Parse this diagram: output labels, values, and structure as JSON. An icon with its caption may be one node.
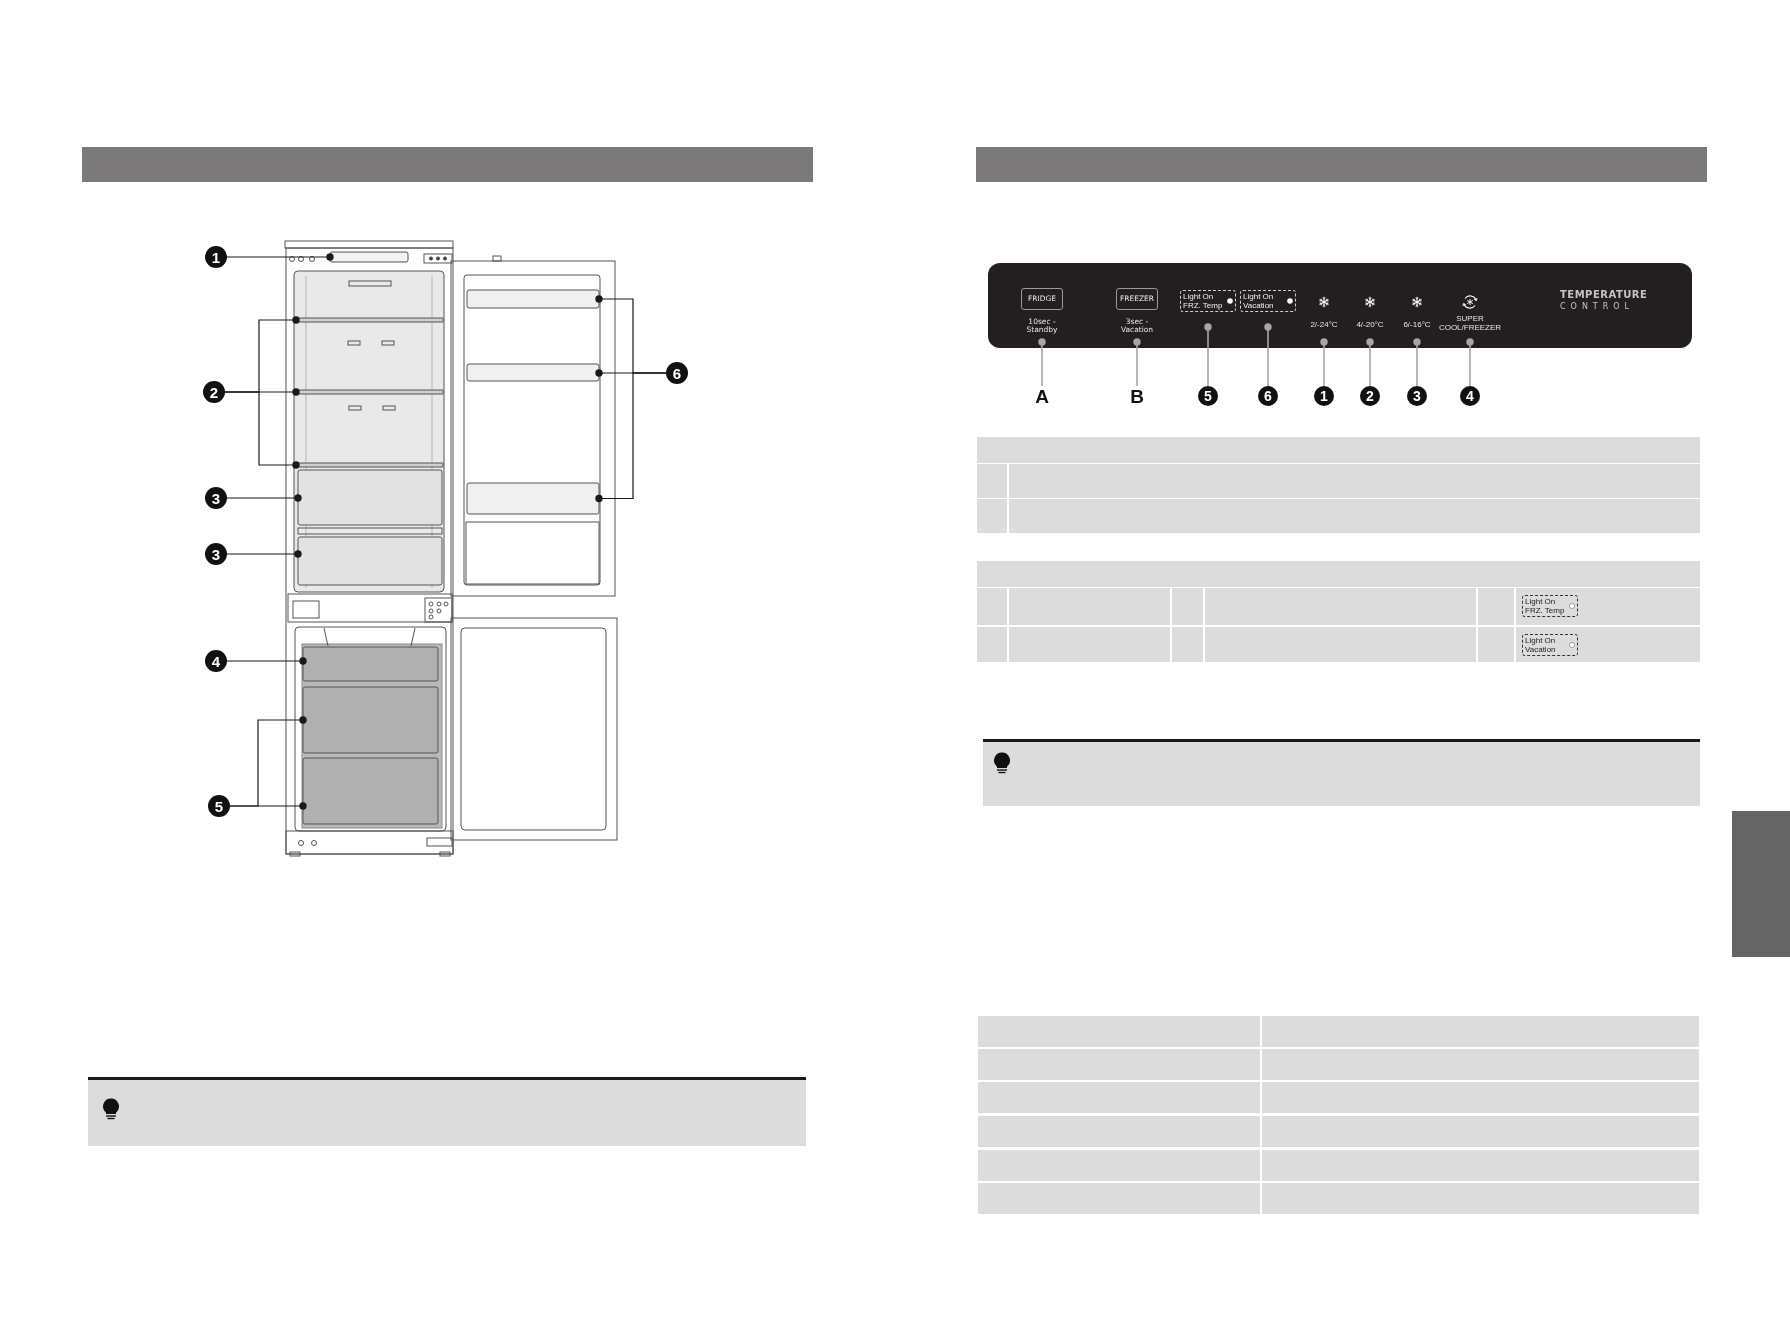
{
  "diagram": {
    "nodes": [
      {
        "text": [
          "1"
        ]
      },
      {
        "text": [],
        "shape": "box"
      },
      {
        "text": [
          "2"
        ]
      },
      {
        "text": [],
        "shape": "bar"
      },
      {
        "text": [],
        "shape": "bar"
      },
      {
        "text": [],
        "shape": "bar"
      },
      {
        "text": [
          "3"
        ]
      },
      {
        "text": [],
        "shape": "box"
      },
      {
        "text": [
          "3"
        ]
      },
      {
        "text": [],
        "shape": "box"
      },
      {
        "text": [
          "4"
        ]
      },
      {
        "text": [],
        "shape": "box"
      },
      {
        "text": [
          "5"
        ]
      },
      {
        "text": [],
        "shape": "box"
      },
      {
        "text": [],
        "shape": "box"
      },
      {
        "text": [
          "6"
        ]
      },
      {
        "text": [],
        "shape": "box"
      },
      {
        "text": [],
        "shape": "box"
      },
      {
        "text": [],
        "shape": "box"
      },
      {
        "text": [
          "TEMPERATURE CONTROL"
        ]
      },
      {
        "text": [
          "FRIDGE"
        ],
        "beside": [
          "10sec - Standby"
        ],
        "in": 19
      },
      {
        "text": [
          "FREEZER"
        ],
        "beside": [
          "3sec - Vacation"
        ],
        "in": 19
      },
      {
        "text": [
          "Light On FRZ. Temp"
        ],
        "in": 19
      },
      {
        "text": [
          "Light On Vacation"
        ],
        "in": 19
      },
      {
        "text": [
          "2/-24°C"
        ],
        "in": 19
      },
      {
        "text": [
          "4/-20°C"
        ],
        "in": 19
      },
      {
        "text": [
          "6/-16°C"
        ],
        "in": 19
      },
      {
        "text": [
          "SUPER COOL/FREEZER"
        ],
        "in": 19
      },
      {
        "text": [
          "A"
        ]
      },
      {
        "text": [
          "B"
        ]
      },
      {
        "text": [
          "5"
        ]
      },
      {
        "text": [
          "6"
        ]
      },
      {
        "text": [
          "1"
        ]
      },
      {
        "text": [
          "2"
        ]
      },
      {
        "text": [
          "3"
        ]
      },
      {
        "text": [
          "4"
        ]
      },
      {
        "text": [],
        "shape": "box"
      }
    ],
    "edges": [
      {
        "from": 0,
        "to": 1,
        "arrow": "other"
      },
      {
        "from": 2,
        "to": 3,
        "arrow": "other"
      },
      {
        "from": 2,
        "to": 4,
        "arrow": "other"
      },
      {
        "from": 2,
        "to": 5,
        "arrow": "other"
      },
      {
        "from": 6,
        "to": 7,
        "arrow": "other"
      },
      {
        "from": 8,
        "to": 9,
        "arrow": "other"
      },
      {
        "from": 10,
        "to": 11,
        "arrow": "other"
      },
      {
        "from": 12,
        "to": 13,
        "arrow": "other"
      },
      {
        "from": 12,
        "to": 14,
        "arrow": "other"
      },
      {
        "from": 15,
        "to": 16,
        "arrow": "other"
      },
      {
        "from": 15,
        "to": 17,
        "arrow": "other"
      },
      {
        "from": 15,
        "to": 18,
        "arrow": "other"
      },
      {
        "from": 28,
        "to": 20,
        "arrow": "other",
        "color": "#a6a6a6"
      },
      {
        "from": 29,
        "to": 21,
        "arrow": "other",
        "color": "#a6a6a6"
      },
      {
        "from": 30,
        "to": 22,
        "arrow": "other",
        "color": "#a6a6a6"
      },
      {
        "from": 31,
        "to": 23,
        "arrow": "other",
        "color": "#a6a6a6"
      },
      {
        "from": 32,
        "to": 24,
        "arrow": "other",
        "color": "#a6a6a6"
      },
      {
        "from": 33,
        "to": 25,
        "arrow": "other",
        "color": "#a6a6a6"
      },
      {
        "from": 34,
        "to": 26,
        "arrow": "other",
        "color": "#a6a6a6"
      },
      {
        "from": 35,
        "to": 27,
        "arrow": "other",
        "color": "#a6a6a6"
      }
    ],
    "labels": [
      "Light On FRZ. Temp",
      "Light On Vacation"
    ]
  }
}
